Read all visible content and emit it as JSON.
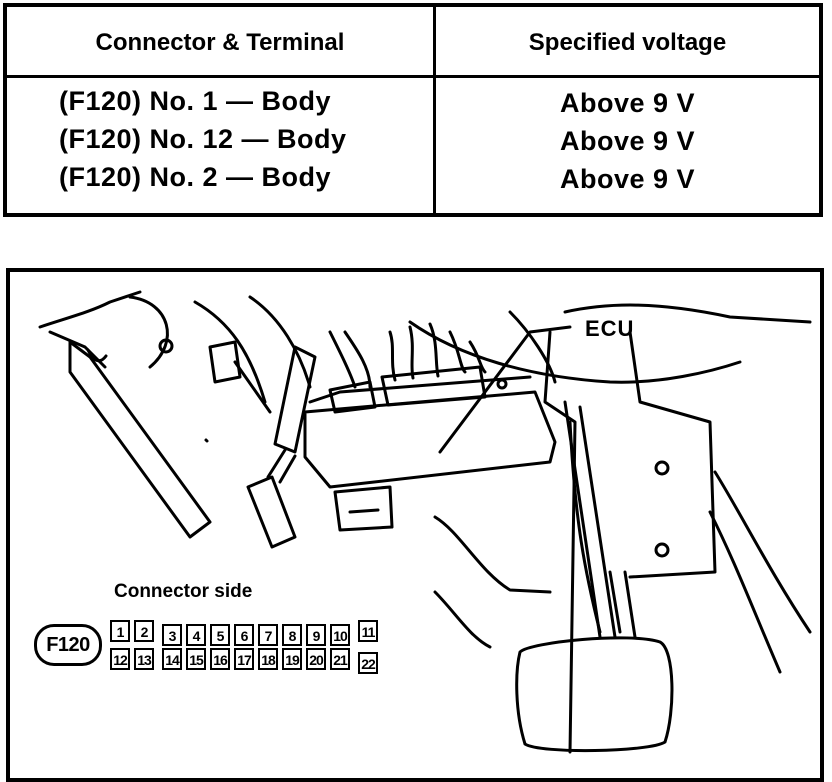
{
  "table": {
    "header_terminal": "Connector & Terminal",
    "header_voltage": "Specified voltage",
    "rows": [
      {
        "terminal": "(F120) No. 1 — Body",
        "voltage": "Above 9 V"
      },
      {
        "terminal": "(F120) No. 12 — Body",
        "voltage": "Above 9 V"
      },
      {
        "terminal": "(F120) No. 2 — Body",
        "voltage": "Above 9 V"
      }
    ]
  },
  "figure": {
    "ecu_label": "ECU",
    "connector_side_label": "Connector side",
    "connector_id": "F120",
    "pins_top": [
      "1",
      "2",
      "3",
      "4",
      "5",
      "6",
      "7",
      "8",
      "9",
      "10",
      "11"
    ],
    "pins_bottom": [
      "12",
      "13",
      "14",
      "15",
      "16",
      "17",
      "18",
      "19",
      "20",
      "21",
      "22"
    ]
  }
}
